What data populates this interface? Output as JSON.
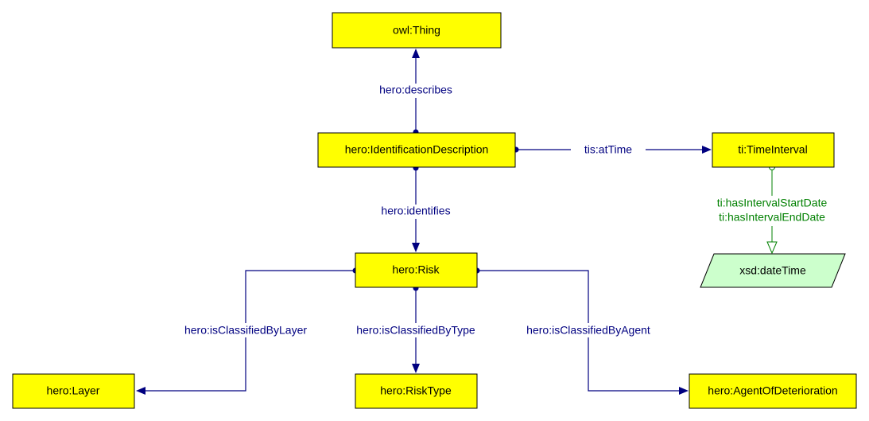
{
  "nodes": {
    "owl_thing": "owl:Thing",
    "identification_description": "hero:IdentificationDescription",
    "time_interval": "ti:TimeInterval",
    "date_time": "xsd:dateTime",
    "risk": "hero:Risk",
    "layer": "hero:Layer",
    "risk_type": "hero:RiskType",
    "agent_of_deterioration": "hero:AgentOfDeterioration"
  },
  "edges": {
    "describes": "hero:describes",
    "at_time": "tis:atTime",
    "interval_start": "ti:hasIntervalStartDate",
    "interval_end": "ti:hasIntervalEndDate",
    "identifies": "hero:identifies",
    "classified_by_layer": "hero:isClassifiedByLayer",
    "classified_by_type": "hero:isClassifiedByType",
    "classified_by_agent": "hero:isClassifiedByAgent"
  },
  "colors": {
    "class_fill": "#ffff00",
    "datatype_fill": "#ccffcc",
    "object_property": "#000080",
    "data_property": "#008000"
  }
}
